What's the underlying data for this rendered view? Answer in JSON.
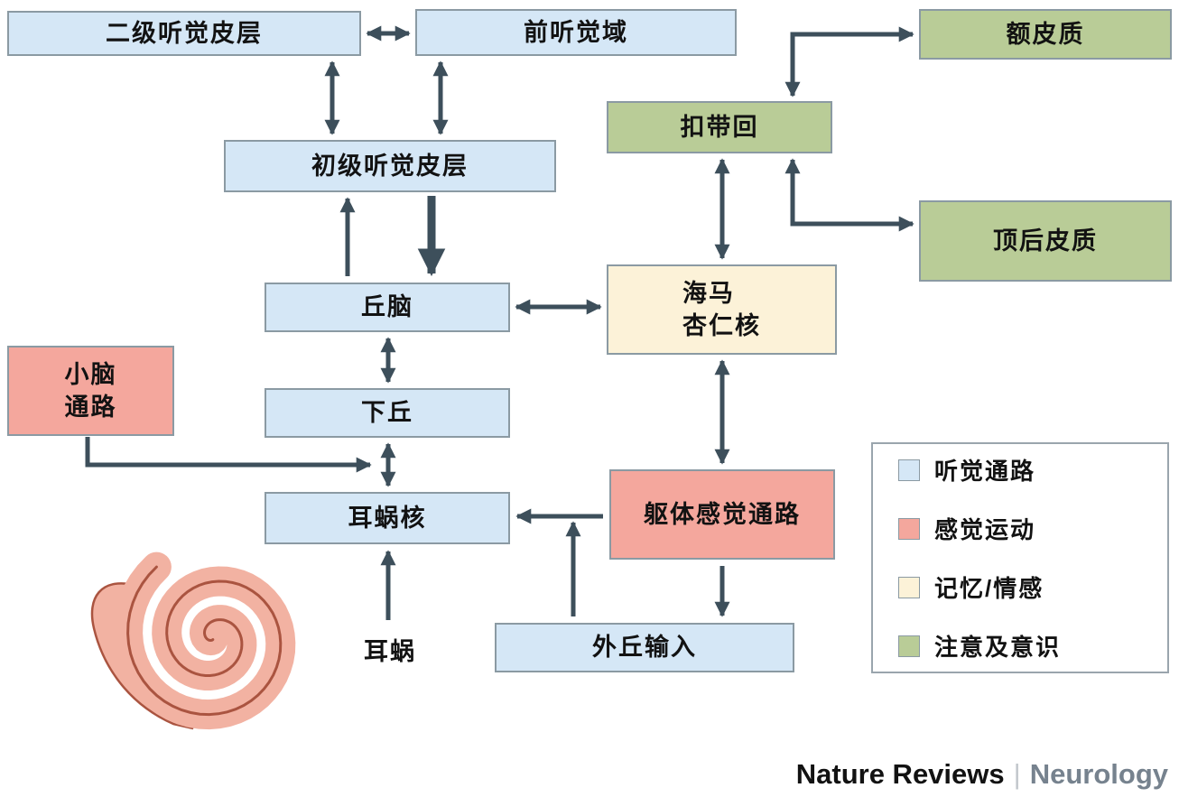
{
  "nodes": {
    "secondary_auditory_cortex": "二级听觉皮层",
    "anterior_auditory_field": "前听觉域",
    "frontal_cortex": "额皮质",
    "cingulate_gyrus": "扣带回",
    "primary_auditory_cortex": "初级听觉皮层",
    "posterior_parietal_cortex": "顶后皮质",
    "thalamus": "丘脑",
    "hippocampus_amygdala": {
      "line1": "海马",
      "line2": "杏仁核"
    },
    "cerebellar_pathway": {
      "line1": "小脑",
      "line2": "通路"
    },
    "inferior_colliculus": "下丘",
    "cochlear_nucleus": "耳蜗核",
    "somatosensory_pathway": "躯体感觉通路",
    "lateral_input": "外丘输入",
    "cochlea_label": "耳蜗"
  },
  "legend": {
    "items": [
      {
        "label": "听觉通路",
        "color": "#d5e7f6"
      },
      {
        "label": "感觉运动",
        "color": "#f4a79d"
      },
      {
        "label": "记忆/情感",
        "color": "#fcf2d8"
      },
      {
        "label": "注意及意识",
        "color": "#b9cc97"
      }
    ]
  },
  "colors": {
    "auditory_blue": "#d5e7f6",
    "sensorimotor_pink": "#f4a79d",
    "memory_cream": "#fcf2d8",
    "attention_green": "#b9cc97",
    "arrow": "#3d4f5b",
    "box_border": "#8b9aa3",
    "cochlea_fill": "#f2b2a2",
    "cochlea_line": "#aa5440"
  },
  "footer": {
    "brand": "Nature Reviews",
    "separator": "|",
    "journal": "Neurology"
  }
}
